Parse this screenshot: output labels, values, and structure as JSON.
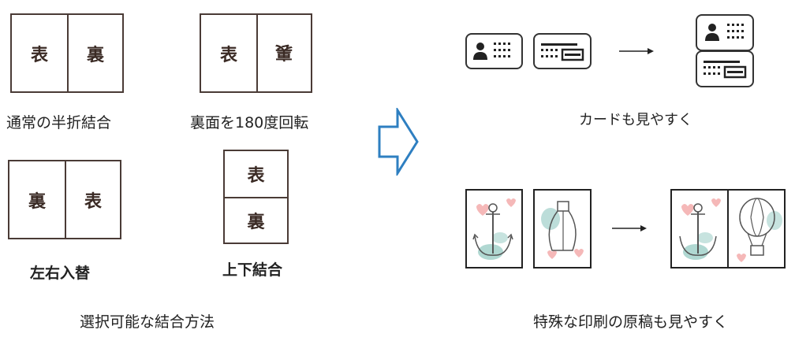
{
  "panels": [
    {
      "left": "表",
      "right": "裏",
      "caption": "通常の半折結合"
    },
    {
      "left": "表",
      "right": "裏",
      "caption": "裏面を180度回転"
    },
    {
      "left": "裏",
      "right": "表",
      "caption": "左右入替"
    },
    {
      "top": "表",
      "bottom": "裏",
      "caption": "上下結合"
    }
  ],
  "left_caption": "選択可能な結合方法",
  "right_captions": {
    "cards": "カードも見やすく",
    "prints": "特殊な印刷の原稿も見やすく"
  },
  "colors": {
    "border": "#4a3b36",
    "arrow": "#2e7fc1",
    "pink": "#f3a6a6",
    "teal": "#8fc7bf"
  }
}
